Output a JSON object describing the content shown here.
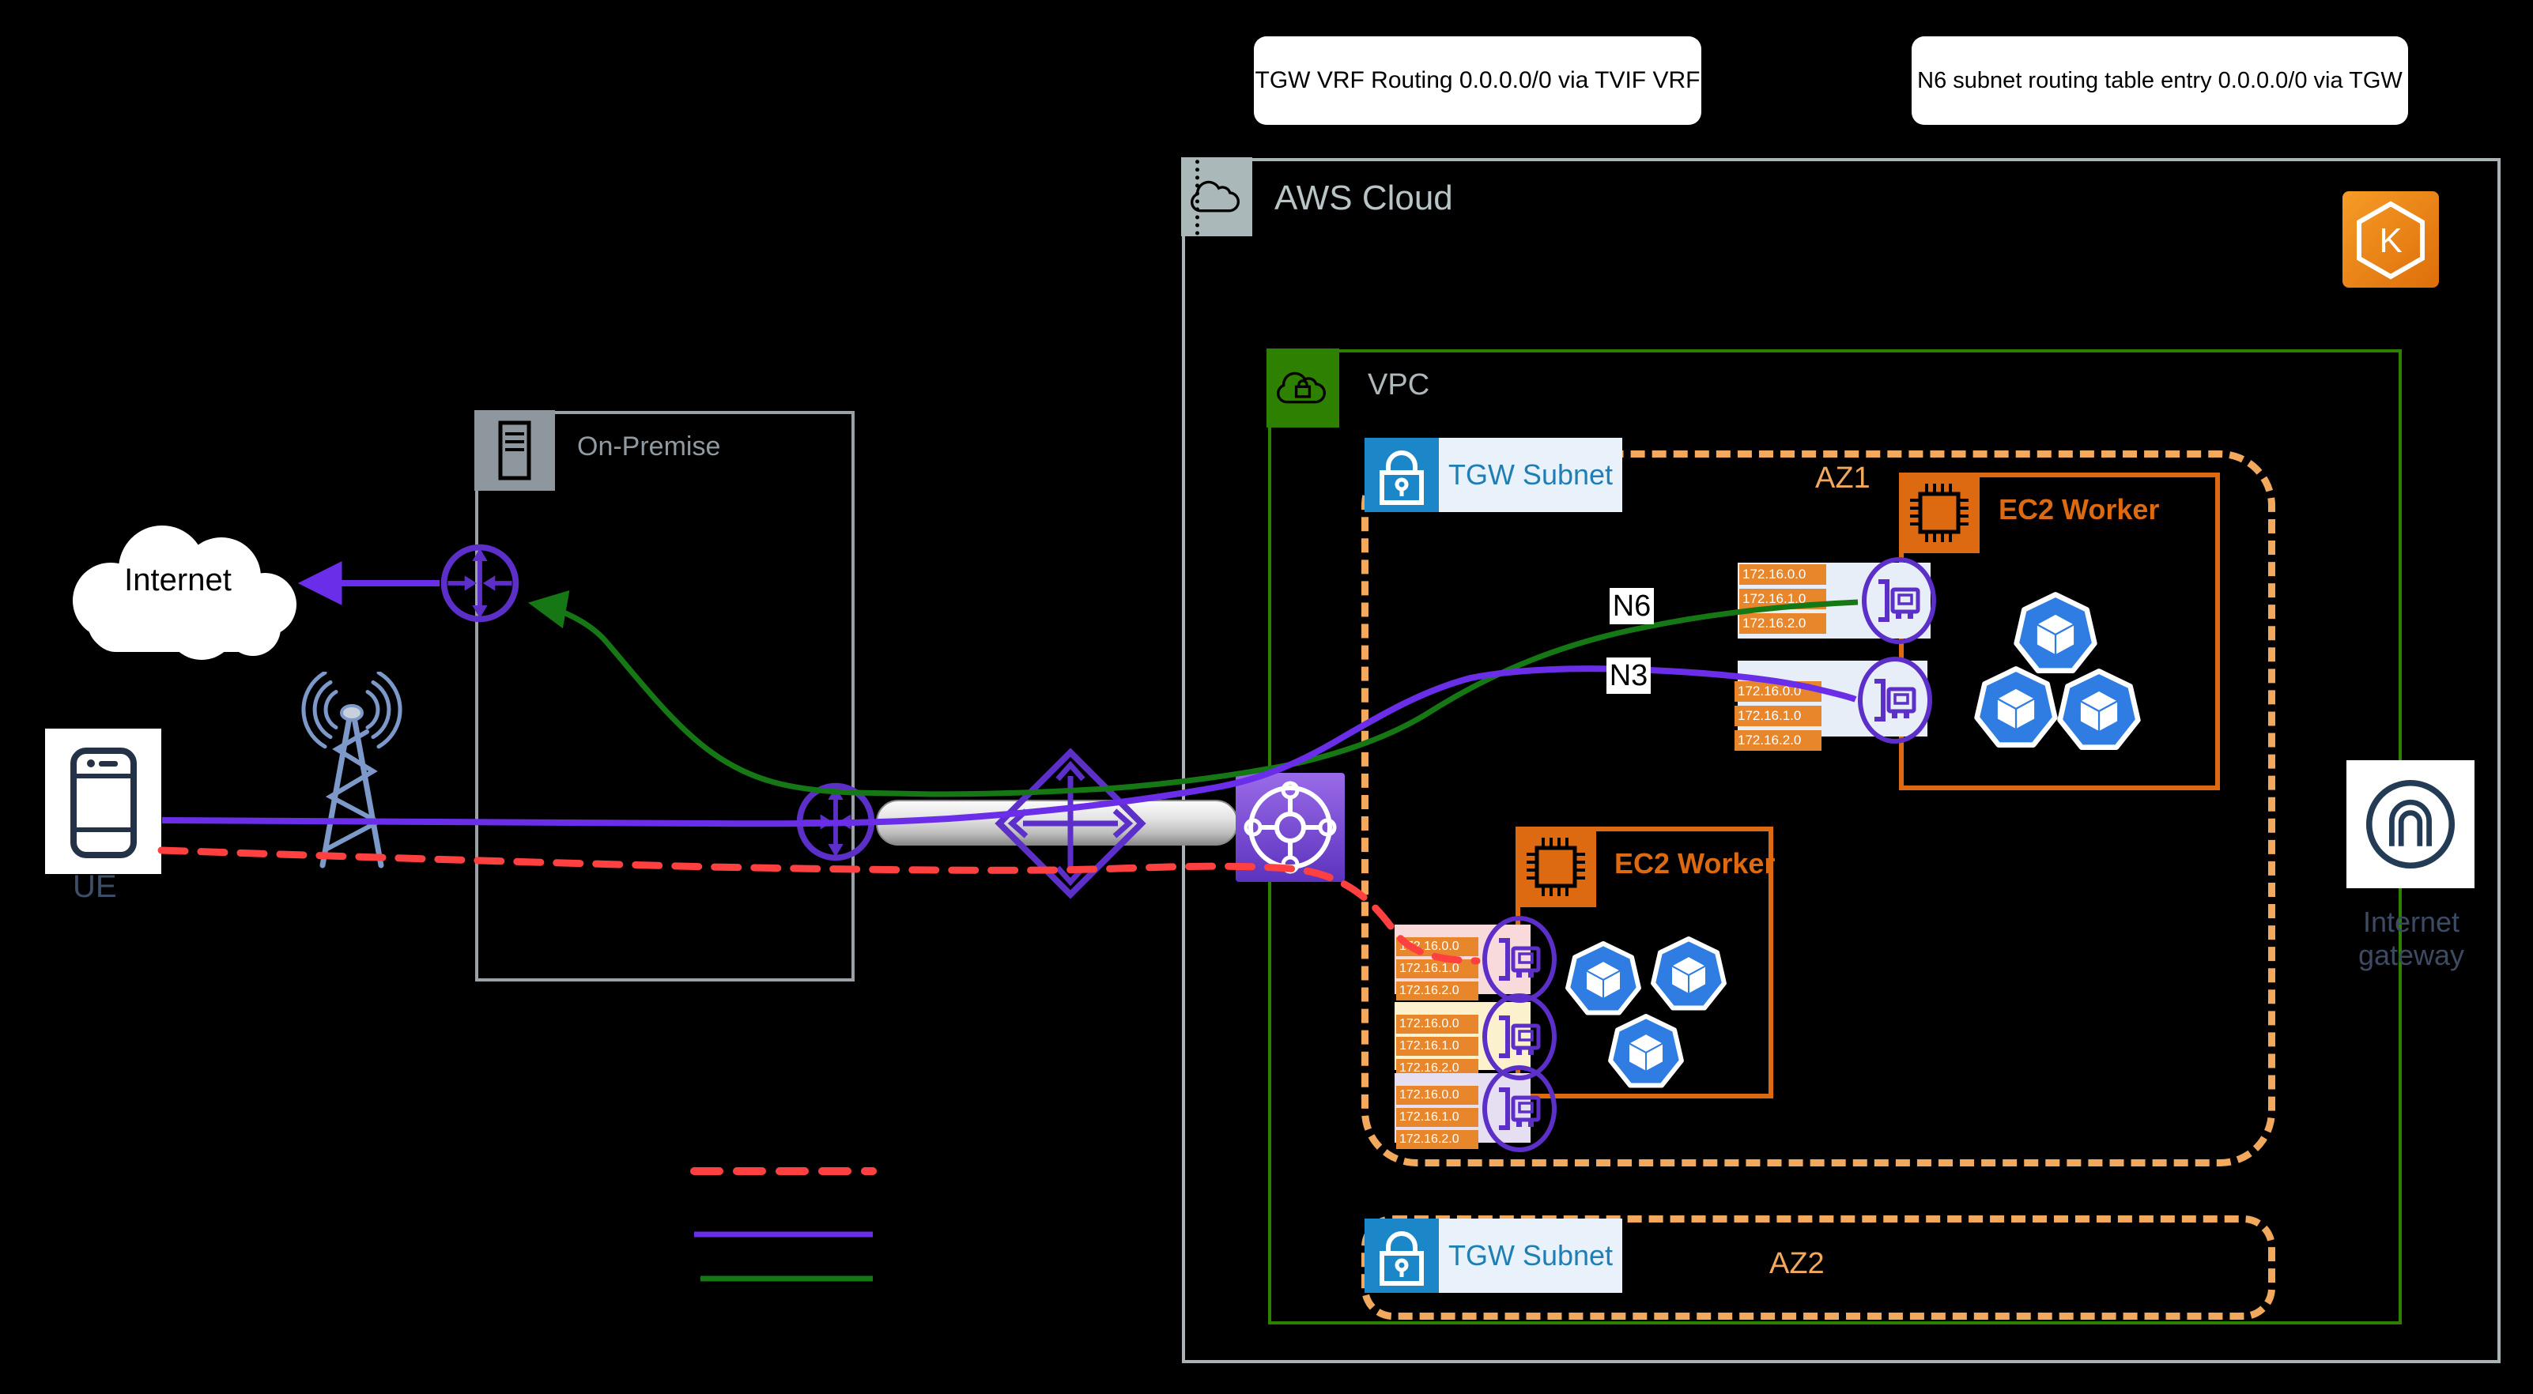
{
  "annotations": {
    "tgw_vrf": "TGW VRF Routing 0.0.0.0/0 via TVIF VRF",
    "n6_routing": "N6 subnet routing table entry 0.0.0.0/0 via TGW"
  },
  "aws_cloud": {
    "title": "AWS Cloud"
  },
  "vpc": {
    "title": "VPC"
  },
  "az1": {
    "label": "AZ1"
  },
  "az2": {
    "label": "AZ2"
  },
  "tgw_subnet": {
    "label": "TGW Subnet"
  },
  "ec2_worker": {
    "label": "EC2 Worker"
  },
  "on_premise": {
    "label": "On-Premise"
  },
  "internet": {
    "label": "Internet"
  },
  "ue": {
    "label": "UE"
  },
  "internet_gateway": {
    "label": "Internet gateway"
  },
  "links": {
    "n6": "N6",
    "n3": "N3"
  },
  "ips": [
    "172.16.0.0",
    "172.16.1.0",
    "172.16.2.0"
  ],
  "colors": {
    "az_dash": "#F2A95E",
    "ec2_orange": "#DD6A10",
    "subnet_blue": "#1B87C8",
    "vpc_green": "#2E8000",
    "icon_purple": "#5B2FC8",
    "line_purple": "#6A2EE8",
    "line_green": "#157815",
    "line_red": "#FF4040",
    "pod_blue": "#2F7DE2",
    "cloud_gray": "#A9B4B6"
  }
}
